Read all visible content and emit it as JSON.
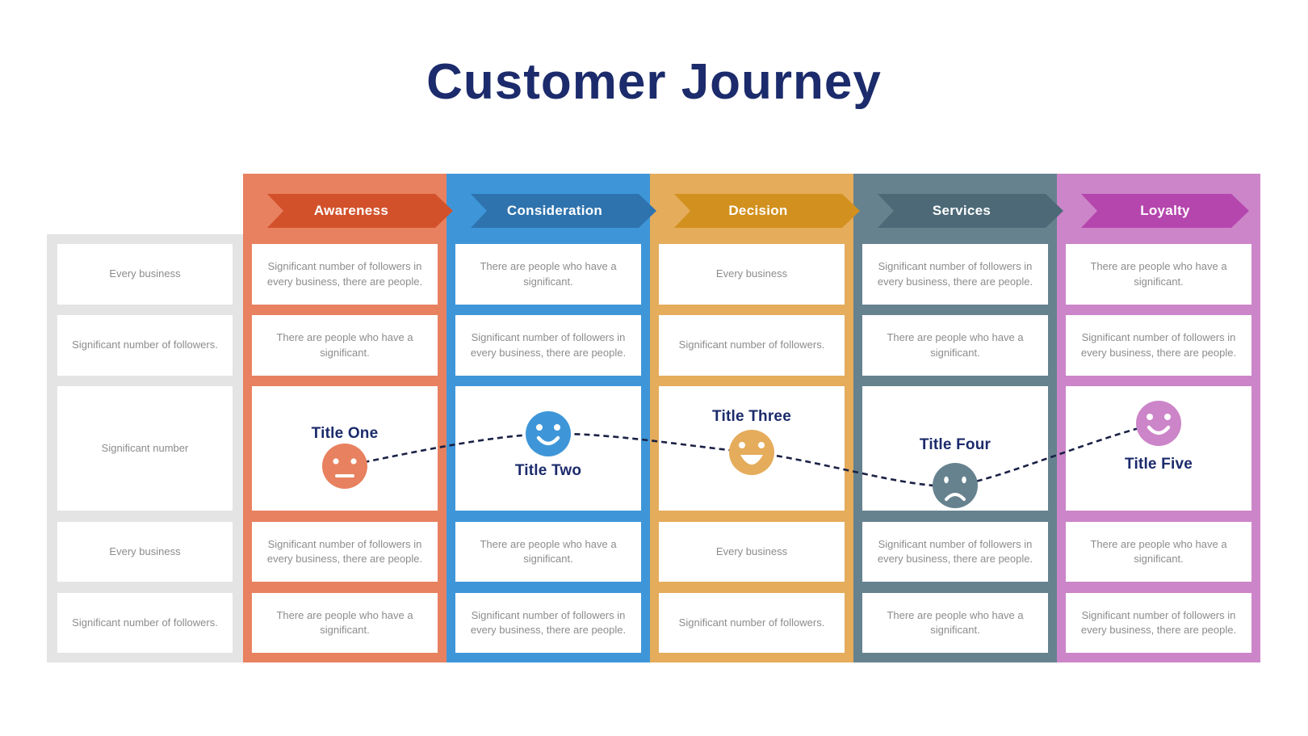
{
  "title": "Customer Journey",
  "palette": {
    "title_navy": "#1B2B6B",
    "cell_text": "#8C8C8C",
    "panel_bg": "#E4E4E4",
    "cell_bg": "#FFFFFF",
    "journey_line": "#1A2145"
  },
  "left_panel": {
    "rows": [
      "Every business",
      "Significant number of followers.",
      "Significant number",
      "Every business",
      "Significant number of followers."
    ]
  },
  "columns": [
    {
      "header": "Awareness",
      "bg": "#E8815F",
      "accent": "#D2512B",
      "cells_top": [
        "Significant number of followers in every business, there are people.",
        "There are people who have a significant."
      ],
      "milestone": {
        "title": "Title One",
        "mood": "neutral-face"
      },
      "cells_bottom": [
        "Significant number of followers in every business, there are people.",
        "There are people who have a significant."
      ]
    },
    {
      "header": "Consideration",
      "bg": "#3E96D9",
      "accent": "#2E73AE",
      "cells_top": [
        "There are people who have a significant.",
        "Significant number of followers in every business, there are people."
      ],
      "milestone": {
        "title": "Title Two",
        "mood": "happy-face"
      },
      "cells_bottom": [
        "There are people who have a significant.",
        "Significant number of followers in every business, there are people."
      ]
    },
    {
      "header": "Decision",
      "bg": "#E5AC5B",
      "accent": "#D2901E",
      "cells_top": [
        "Every business",
        "Significant number of followers."
      ],
      "milestone": {
        "title": "Title Three",
        "mood": "grin-face"
      },
      "cells_bottom": [
        "Every business",
        "Significant number of followers."
      ]
    },
    {
      "header": "Services",
      "bg": "#66828F",
      "accent": "#4D6977",
      "cells_top": [
        "Significant number of followers in every business, there are people.",
        "There are people who have a significant."
      ],
      "milestone": {
        "title": "Title Four",
        "mood": "sad-face"
      },
      "cells_bottom": [
        "Significant number of followers in every business, there are people.",
        "There are people who have a significant."
      ]
    },
    {
      "header": "Loyalty",
      "bg": "#CC85C8",
      "accent": "#B546AE",
      "cells_top": [
        "There are people who have a significant.",
        "Significant number of followers in every business, there are people."
      ],
      "milestone": {
        "title": "Title Five",
        "mood": "happy-face"
      },
      "cells_bottom": [
        "There are people who have a significant.",
        "Significant number of followers in every business, there are people."
      ]
    }
  ]
}
